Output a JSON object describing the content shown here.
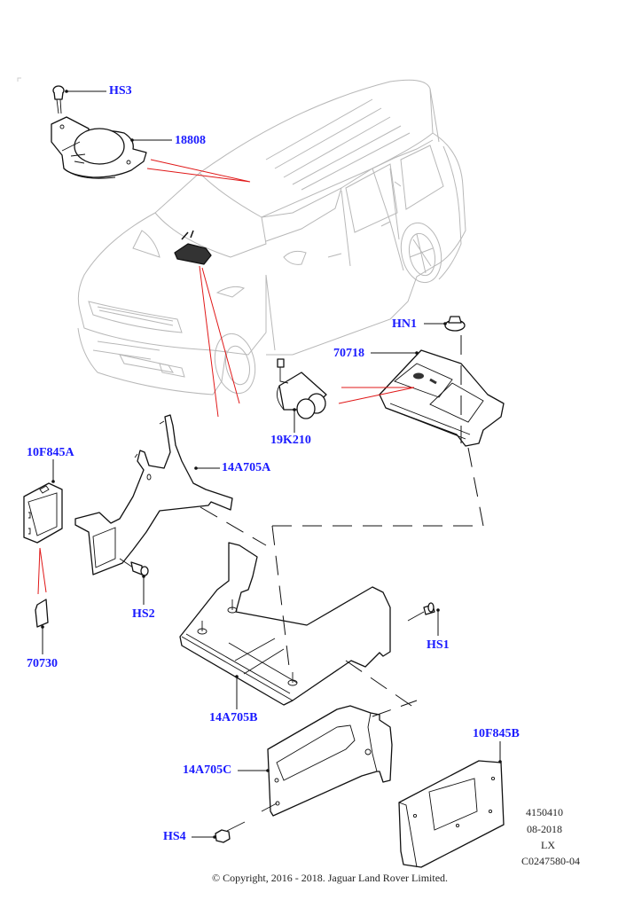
{
  "diagram": {
    "title": "Vehicle parts diagram",
    "callouts": {
      "hs3": "HS3",
      "p18808": "18808",
      "hn1": "HN1",
      "p70718": "70718",
      "p19k210": "19K210",
      "p10f845a": "10F845A",
      "p14a705a": "14A705A",
      "hs2": "HS2",
      "p70730": "70730",
      "hs1": "HS1",
      "p14a705b": "14A705B",
      "p10f845b": "10F845B",
      "p14a705c": "14A705C",
      "hs4": "HS4"
    },
    "colors": {
      "callout_text": "#1a1aff",
      "pointer_lines": "#e01818",
      "car_outline": "#b8b8b8"
    }
  },
  "meta": {
    "diagram_number": "4150410",
    "date": "08-2018",
    "model_code": "LX",
    "illustration_id": "C0247580-04"
  },
  "footer": {
    "copyright": "© Copyright, 2016 - 2018. Jaguar Land Rover Limited."
  }
}
